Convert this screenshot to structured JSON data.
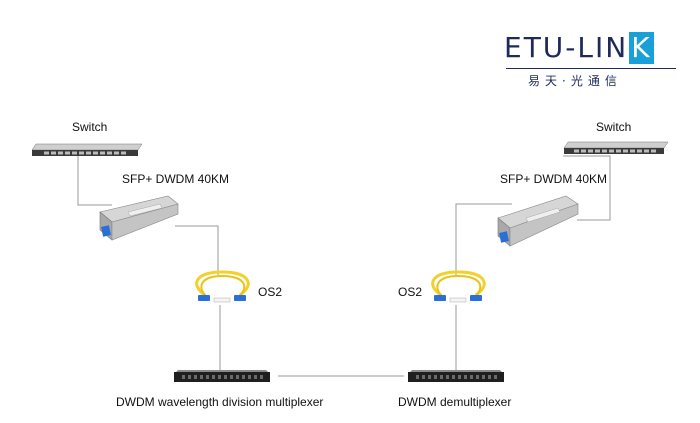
{
  "logo": {
    "brand_main": "ETU-LIN",
    "brand_k": "K",
    "brand_sub": "易天·光通信"
  },
  "nodes": {
    "switch_left": "Switch",
    "switch_right": "Switch",
    "sfp_left": "SFP+ DWDM 40KM",
    "sfp_right": "SFP+ DWDM 40KM",
    "fiber_left": "OS2",
    "fiber_right": "OS2",
    "mux": "DWDM wavelength division multiplexer",
    "demux": "DWDM demultiplexer"
  },
  "colors": {
    "line": "#9a9a9a",
    "fiber": "#f2d12e",
    "connector": "#2a6fd6",
    "device_dark": "#2a2a2a"
  }
}
